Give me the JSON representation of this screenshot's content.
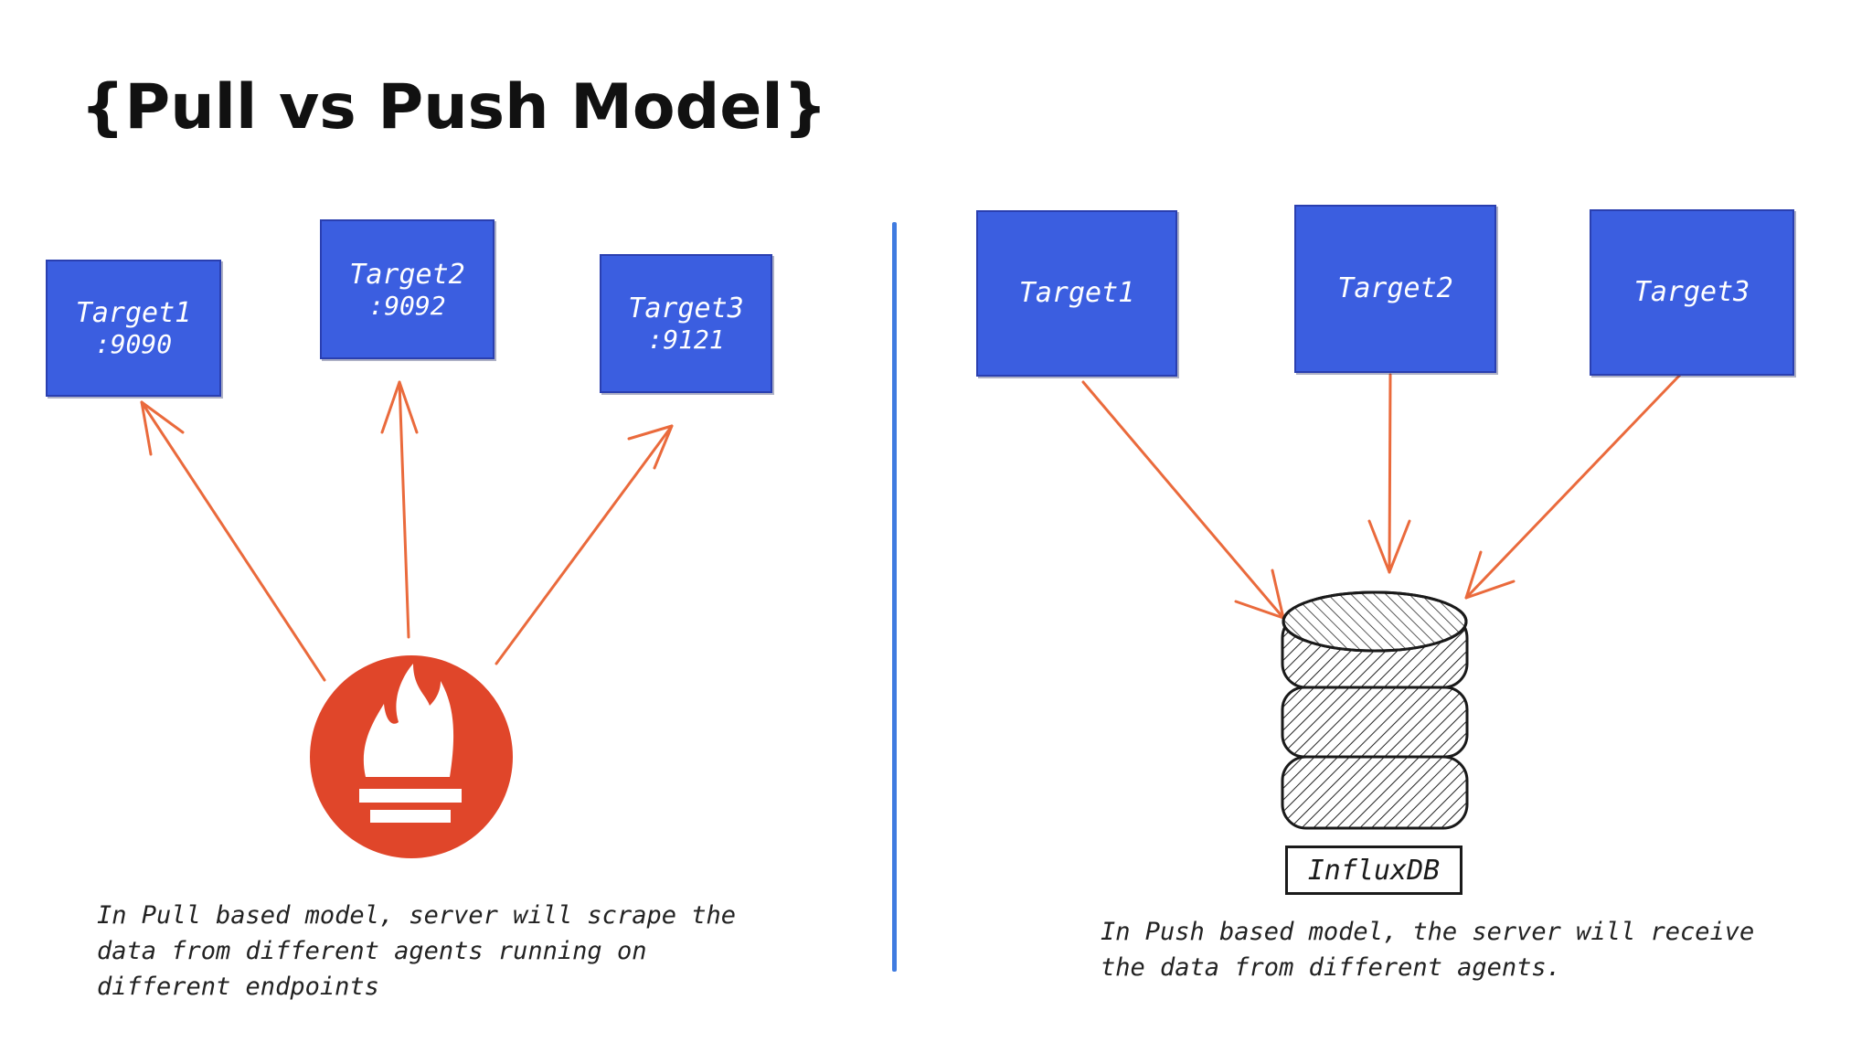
{
  "title": "{Pull vs Push Model}",
  "pull": {
    "targets": [
      {
        "name": "Target1",
        "port": ":9090"
      },
      {
        "name": "Target2",
        "port": ":9092"
      },
      {
        "name": "Target3",
        "port": ":9121"
      }
    ],
    "server_icon": "prometheus-icon",
    "caption_lines": [
      "In Pull based model, server will scrape the",
      "data from different agents running on",
      "different endpoints"
    ]
  },
  "push": {
    "targets": [
      {
        "name": "Target1"
      },
      {
        "name": "Target2"
      },
      {
        "name": "Target3"
      }
    ],
    "database_icon": "database-icon",
    "database_label": "InfluxDB",
    "caption_lines": [
      "In Push based model, the server will receive",
      "the data from different agents."
    ]
  },
  "colors": {
    "box": "#3b5ee0",
    "arrow": "#ea6a3c",
    "prometheus": "#e0462a",
    "divider": "#3f7be0"
  }
}
